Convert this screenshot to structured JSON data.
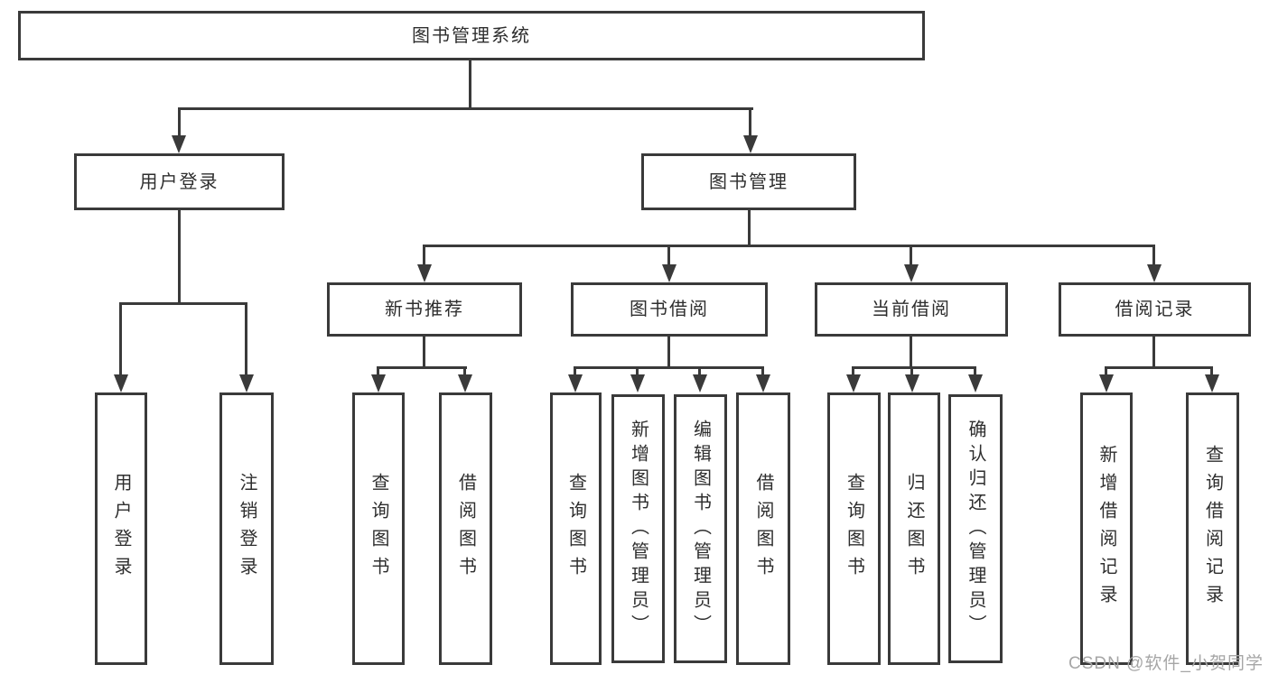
{
  "diagram": {
    "root": {
      "label": "图书管理系统"
    },
    "level1": [
      {
        "label": "用户登录"
      },
      {
        "label": "图书管理"
      }
    ],
    "level2": [
      {
        "label": "新书推荐"
      },
      {
        "label": "图书借阅"
      },
      {
        "label": "当前借阅"
      },
      {
        "label": "借阅记录"
      }
    ],
    "leaves": {
      "user": [
        "用户登录",
        "注销登录"
      ],
      "newbook": [
        "查询图书",
        "借阅图书"
      ],
      "borrow": [
        "查询图书",
        "新增图书（管理员）",
        "编辑图书（管理员）",
        "借阅图书"
      ],
      "current": [
        "查询图书",
        "归还图书",
        "确认归还（管理员）"
      ],
      "records": [
        "新增借阅记录",
        "查询借阅记录"
      ]
    },
    "watermark": "CSDN @软件_小贺同学",
    "colors": {
      "line": "#3a3a3a",
      "text": "#2e2e2e",
      "box_background": "#ffffff",
      "watermark": "#a6a6a6"
    }
  }
}
